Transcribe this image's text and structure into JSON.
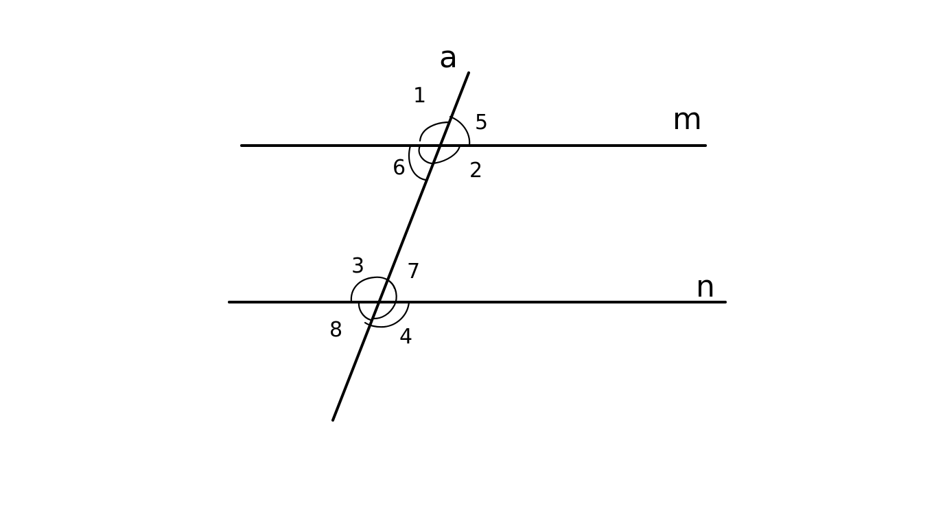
{
  "colors": {
    "background": "#ffffff",
    "ink": "#000000"
  },
  "lines": {
    "transversal_label": "a",
    "upper_parallel_label": "m",
    "lower_parallel_label": "n"
  },
  "angles": {
    "a1": "1",
    "a5": "5",
    "a6": "6",
    "a2": "2",
    "a3": "3",
    "a7": "7",
    "a8": "8",
    "a4": "4"
  }
}
